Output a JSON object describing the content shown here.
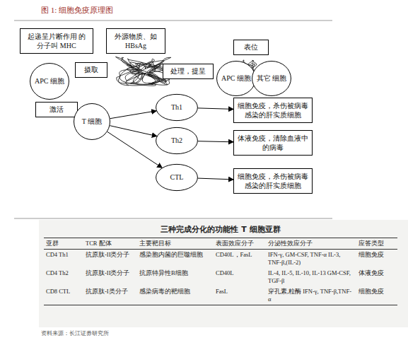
{
  "diagram": {
    "title": "图 1: 细胞免疫原理图",
    "caption": "资料来源：长江证券研究所",
    "nodes": [
      {
        "text": [
          "起递呈片断作用 的分子叫 MHC"
        ]
      },
      {
        "text": [
          "外源物质、如 HBsAg"
        ]
      },
      {
        "text": [
          "表位"
        ]
      },
      {
        "text": [
          "APC 细胞"
        ]
      },
      {
        "text": [
          "摄取"
        ]
      },
      {
        "text": [
          "处理，提呈"
        ]
      },
      {
        "text": [
          "APC 细胞"
        ]
      },
      {
        "text": [
          "其它 细胞"
        ]
      },
      {
        "text": [
          "激活"
        ]
      },
      {
        "text": [
          "T 细胞"
        ]
      },
      {
        "text": [
          "Th1"
        ]
      },
      {
        "text": [
          "细胞免疫，杀伤被病毒 感染的肝实质细胞"
        ]
      },
      {
        "text": [
          "Th2"
        ]
      },
      {
        "text": [
          "体液免疫，清除血液中 的病毒"
        ]
      },
      {
        "text": [
          "CTL"
        ]
      },
      {
        "text": [
          "细胞免疫，杀伤被病毒 感染的肝实质细胞"
        ]
      }
    ],
    "edges": [
      {
        "from": 9,
        "to": 10,
        "arrow": "to"
      },
      {
        "from": 9,
        "to": 12,
        "arrow": "to"
      },
      {
        "from": 9,
        "to": 14,
        "arrow": "to"
      },
      {
        "from": 10,
        "to": 11,
        "arrow": "to"
      },
      {
        "from": 12,
        "to": 13,
        "arrow": "to"
      },
      {
        "from": 14,
        "to": 15,
        "arrow": "to"
      }
    ],
    "labels": [
      "三种完成分化的功能性 T 细胞亚群",
      "亚群",
      "TCR 配体",
      "主要靶目标",
      "表面效应分子",
      "分泌性效应分子",
      "应答类型",
      "CD4 Th1",
      "抗原肽-II类分子",
      "感染胞内菌的巨噬细胞",
      "CD40L，FasL",
      "IFN-γ, GM-CSF, TNF-α IL-3, TNF-β,(IL-2)",
      "细胞免疫",
      "CD4 Th2",
      "抗原肽-II类分子",
      "抗原特异性B细胞",
      "CD40L",
      "IL-4, IL-5, IL-10, IL-13 GM-CSF, TGF-β",
      "体液免疫",
      "CD8 CTL",
      "抗原肽-I类分子",
      "感染病毒的靶细胞",
      "FasL",
      "穿孔素,粒酶 IFN-γ, TNF-β,TNF-α",
      "细胞免疫"
    ]
  }
}
